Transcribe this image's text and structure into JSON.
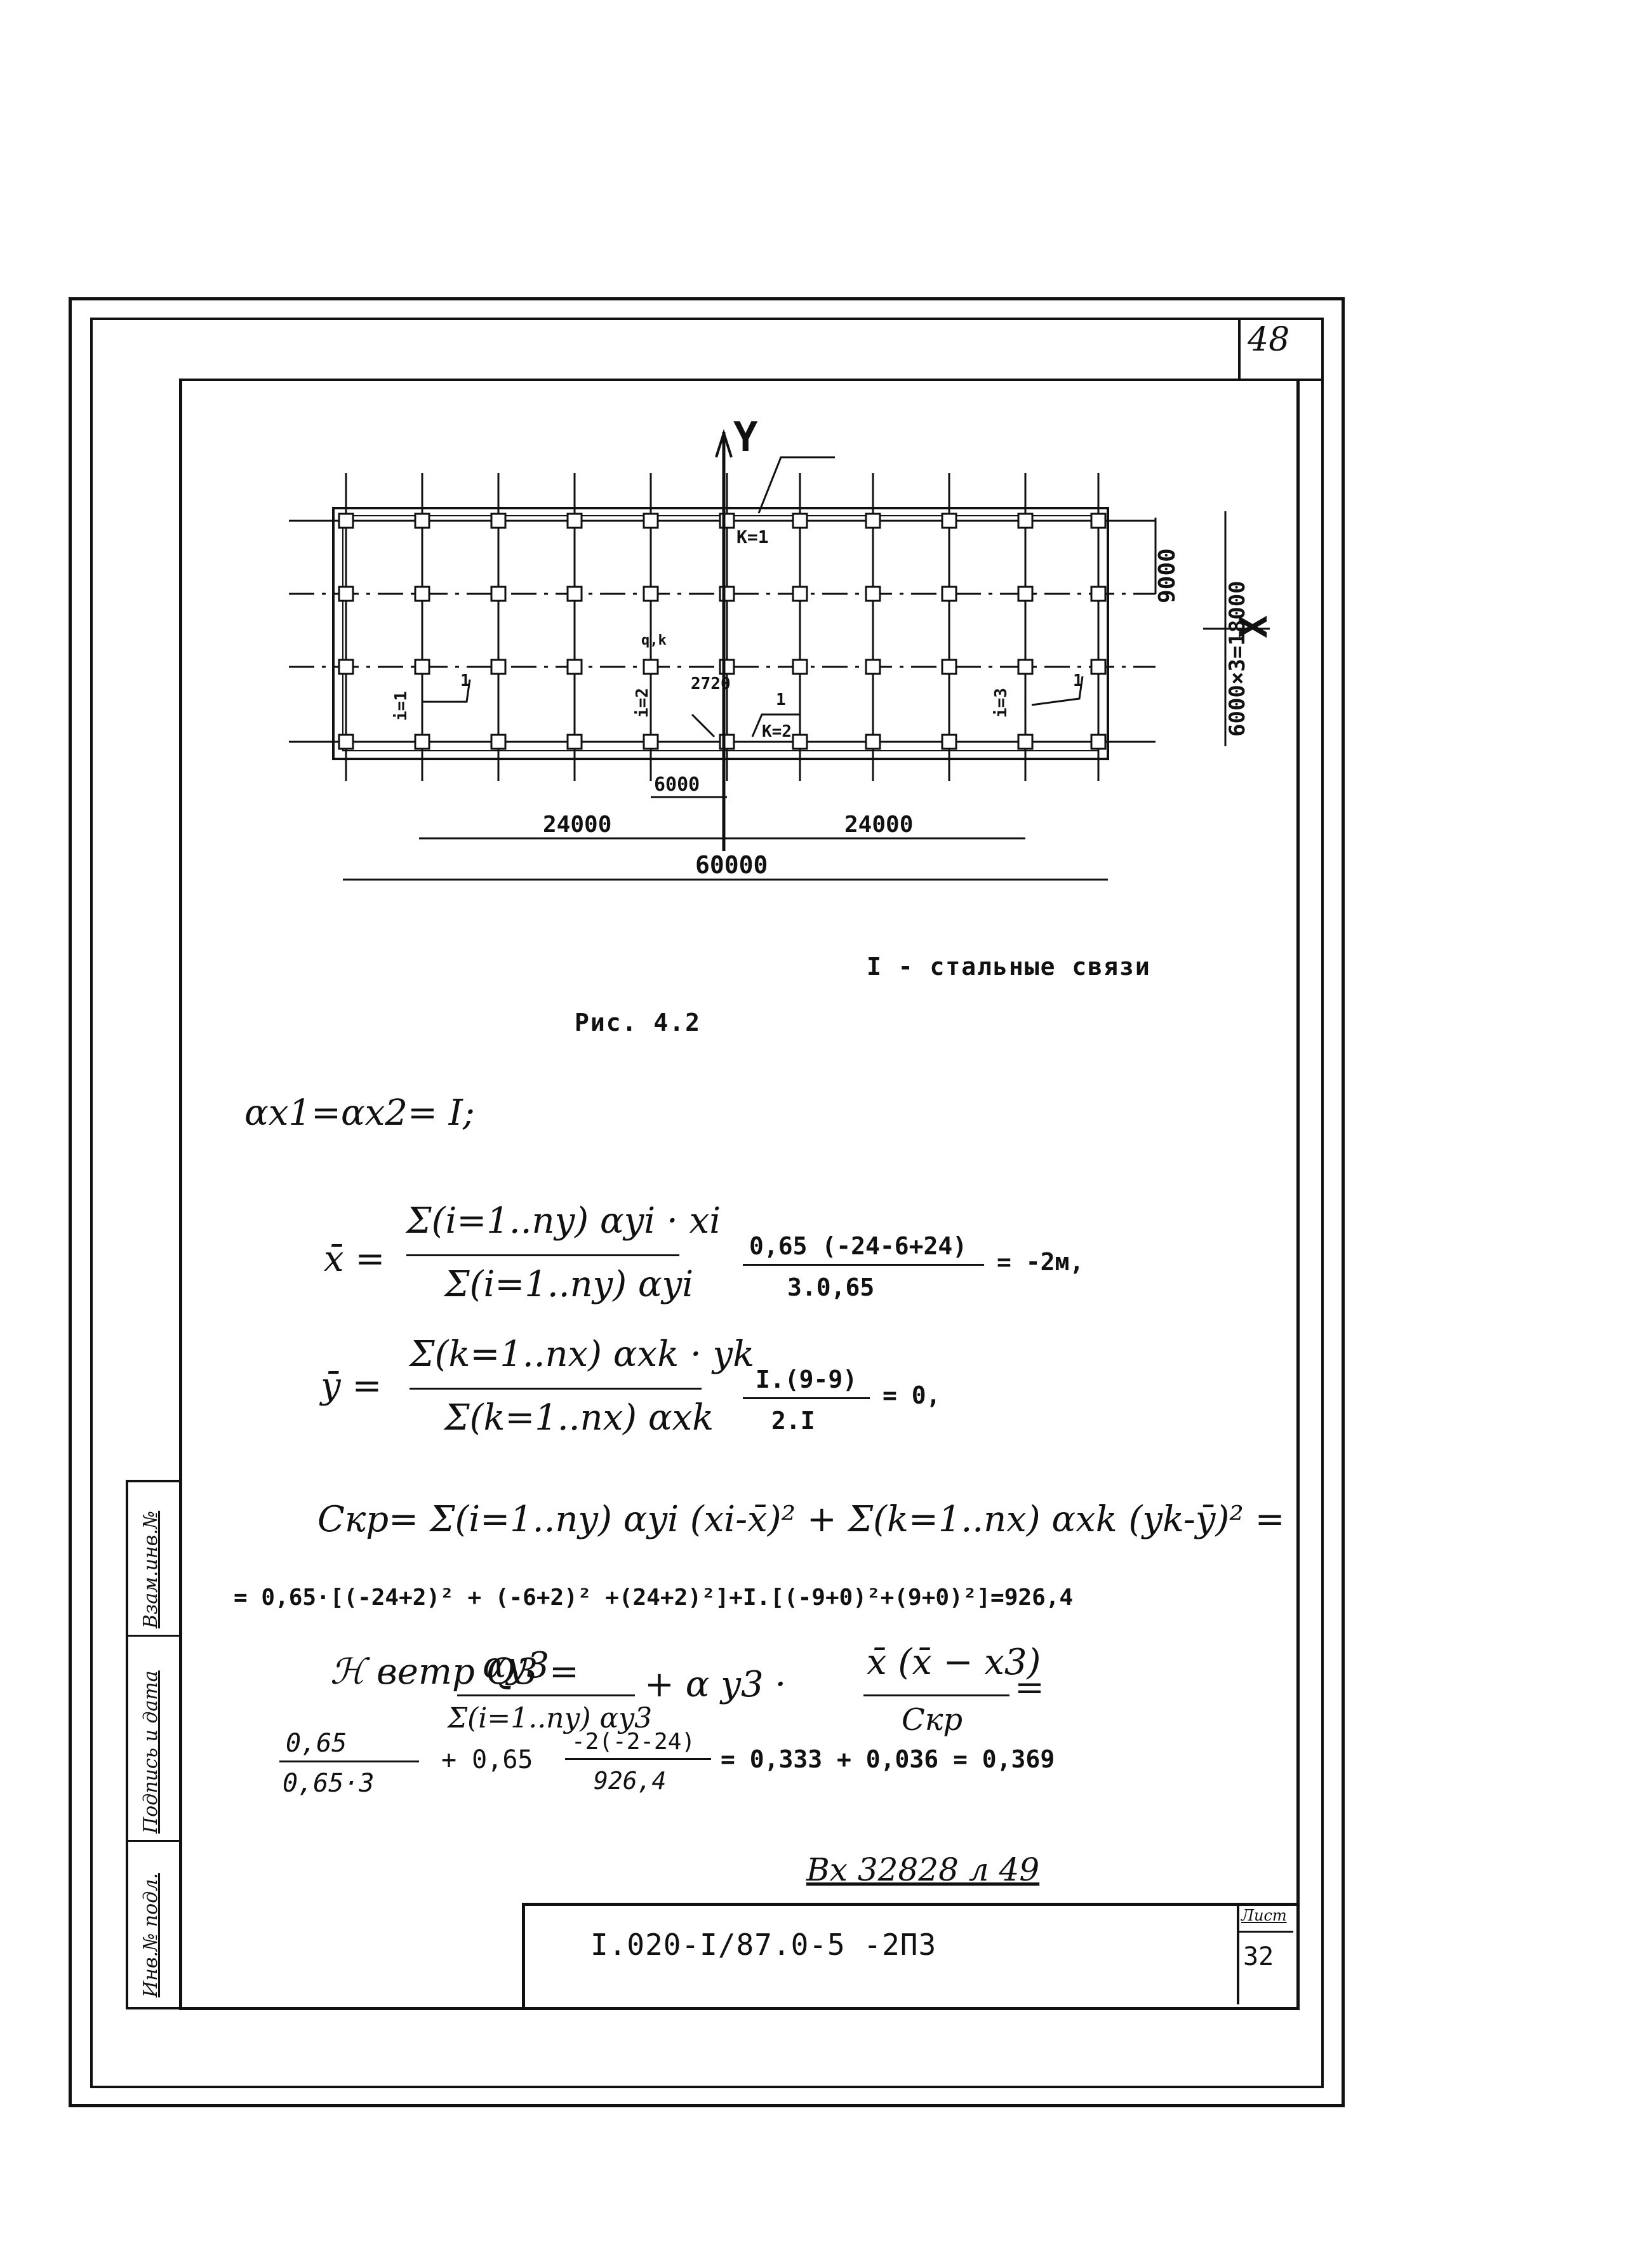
{
  "sheet_number": "48",
  "plan": {
    "axis_y": "Y",
    "axis_x": "X",
    "labels": {
      "k1": "K=1",
      "k2": "K=2",
      "i1": "i=1",
      "i2": "i=2",
      "i3": "i=3",
      "dim_9000": "9000",
      "dim_18000": "6000×3=18000",
      "dim_6000": "6000",
      "dim_24000_left": "24000",
      "dim_24000_right": "24000",
      "dim_60000": "60000",
      "dim_2720": "2720",
      "item_1": "1",
      "qk": "q,k"
    }
  },
  "legend": "I - стальные связи",
  "figure_caption": "Рис. 4.2",
  "formulas": {
    "alpha": "αx1=αx2= I;",
    "xbar_lhs": "x̄ =",
    "xbar_num": "Σ(i=1..ny) αyi · xi",
    "xbar_den": "Σ(i=1..ny) αyi",
    "xbar_rhs_num": "0,65 (-24-6+24)",
    "xbar_rhs_den": "3.0,65",
    "xbar_result": "= -2м,",
    "ybar_lhs": "ȳ =",
    "ybar_num": "Σ(k=1..nx) αxk · yk",
    "ybar_den": "Σ(k=1..nx) αxk",
    "ybar_rhs_num": "I.(9-9)",
    "ybar_rhs_den": "2.I",
    "ybar_result": "= 0,",
    "ckr_lhs": "Cкр= Σ(i=1..ny) αyi (xi-x̄)² + Σ(k=1..nx) αxk (yk-ȳ)² =",
    "ckr_value": "= 0,65·[(-24+2)² + (-6+2)² +(24+2)²]+I.[(-9+0)²+(9+0)²]=926,4",
    "kq_lhs": "ℋ ветр Q3 =",
    "kq_frac_num": "αy3",
    "kq_frac_den": "Σ(i=1..ny) αy3",
    "kq_mid": "+ α y3 ·",
    "kq_frac2_num": "x̄ (x̄ − x3)",
    "kq_frac2_den": "Cкр",
    "kq_tail": "=",
    "kq_a_num": "0,65",
    "kq_a_den": "0,65·3",
    "kq_plus": "+ 0,65",
    "kq_b_num": "-2(-2-24)",
    "kq_b_den": "926,4",
    "kq_result": "= 0,333 + 0,036 = 0,369"
  },
  "archive_note": "Вх 32828 л 49",
  "title_code": "I.020-I/87.0-5 -2ПЗ",
  "list_label": "Лист",
  "list_number": "32",
  "side_labels": {
    "changes": "Взам.инв.№",
    "signature_date": "Подпись и дата",
    "inventory": "Инв.№ подл."
  }
}
